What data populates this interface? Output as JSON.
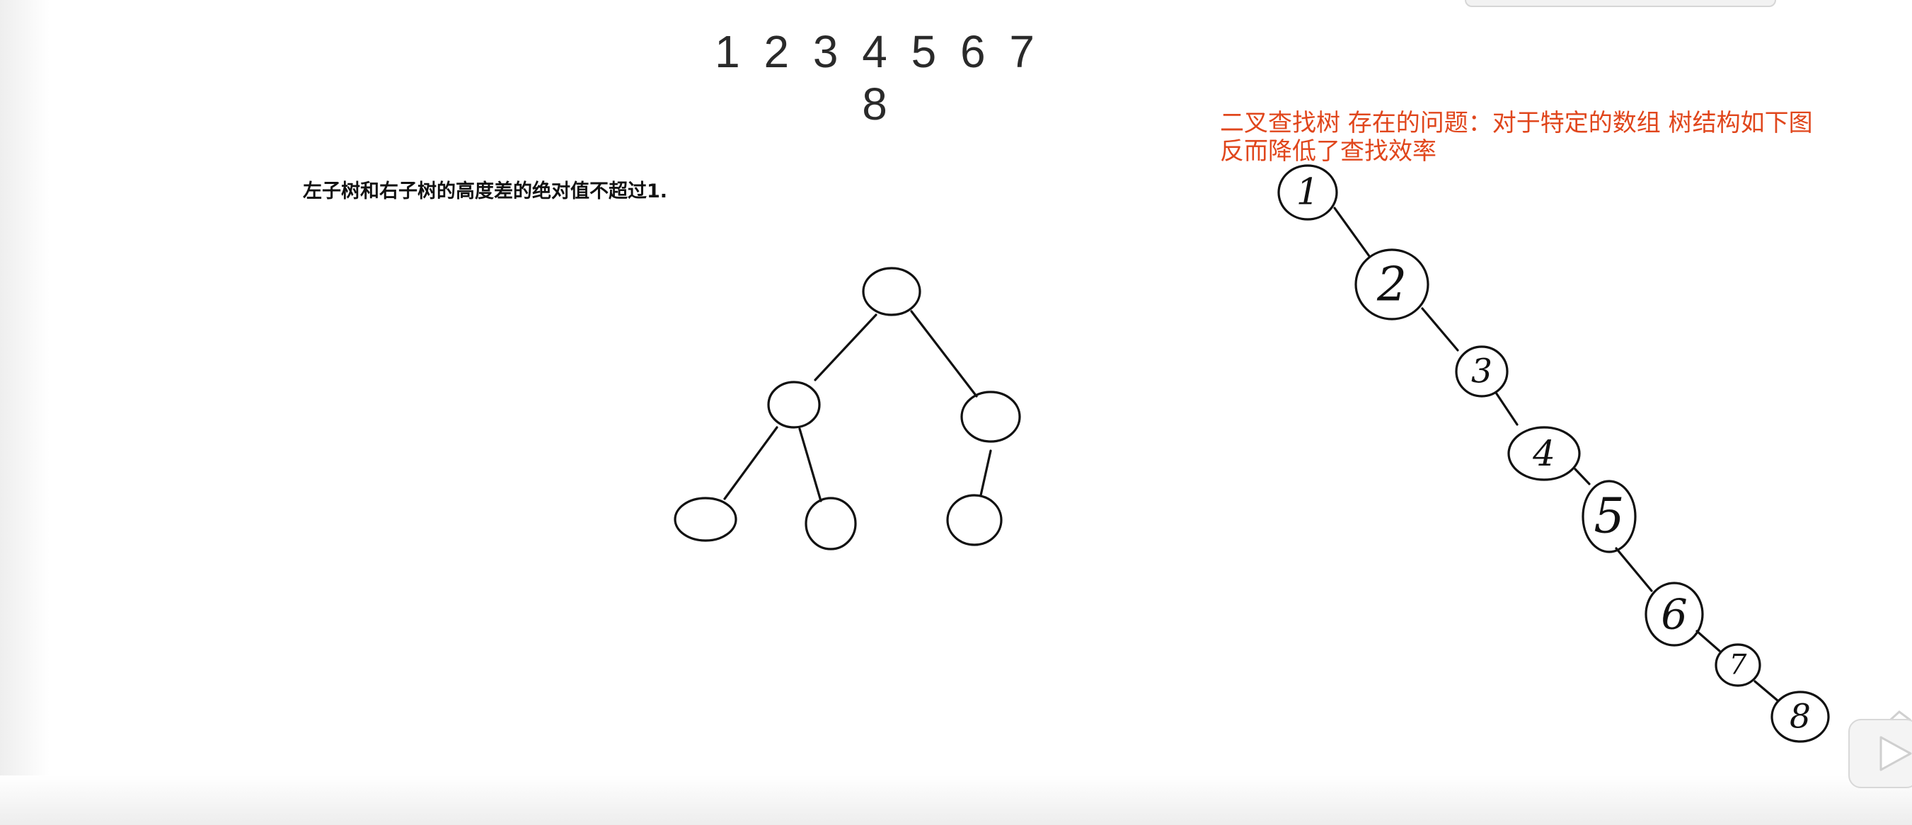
{
  "sequence_label": "1 2 3 4 5 6 7 8",
  "avl_note": "左子树和右子树的高度差的绝对值不超过1.",
  "problem_note": {
    "line1": "二叉查找树 存在的问题：对于特定的数组 树结构如下图",
    "line2": "反而降低了查找效率"
  },
  "balanced_tree": {
    "nodes": [
      "root",
      "left",
      "right",
      "left-left",
      "left-right",
      "right-left"
    ],
    "edges": [
      [
        "root",
        "left"
      ],
      [
        "root",
        "right"
      ],
      [
        "left",
        "left-left"
      ],
      [
        "left",
        "left-right"
      ],
      [
        "right",
        "right-left"
      ]
    ]
  },
  "degenerate_tree": {
    "node_labels": [
      "1",
      "2",
      "3",
      "4",
      "5",
      "6",
      "7",
      "8"
    ]
  },
  "colors": {
    "annotation": "#e0461c",
    "ink": "#111111"
  }
}
